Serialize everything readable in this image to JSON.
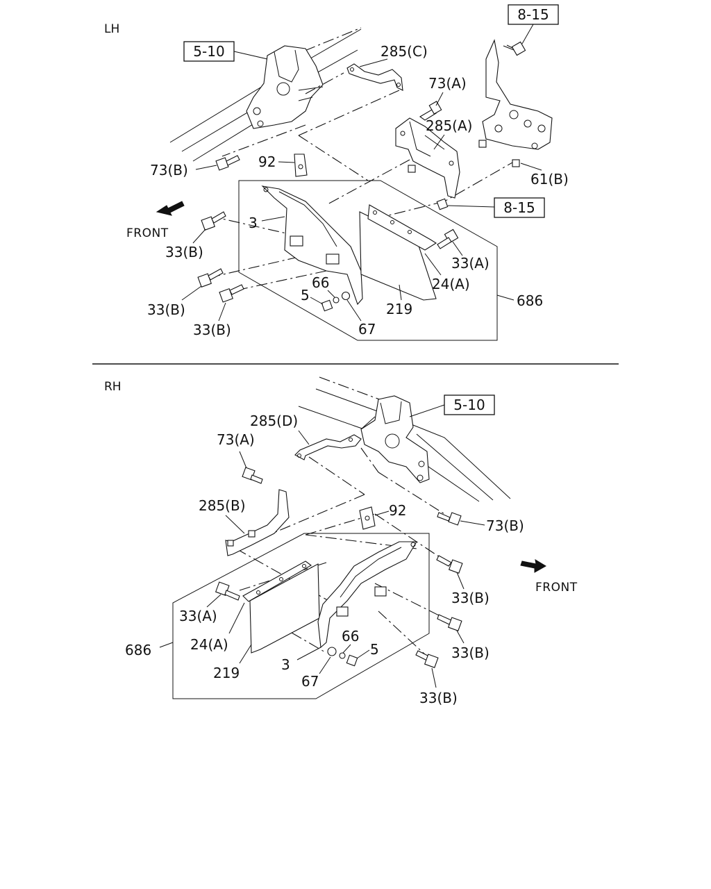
{
  "lh": {
    "side_label": "LH",
    "front_label": "FRONT",
    "labels": {
      "ref_5_10": "5-10",
      "ref_8_15_top": "8-15",
      "ref_8_15_mid": "8-15",
      "p285c": "285(C)",
      "p73a": "73(A)",
      "p285a": "285(A)",
      "p61b": "61(B)",
      "p73b": "73(B)",
      "p92": "92",
      "p3": "3",
      "p33b_1": "33(B)",
      "p33a": "33(A)",
      "p24a": "24(A)",
      "p66": "66",
      "p5": "5",
      "p686": "686",
      "p219": "219",
      "p33b_2": "33(B)",
      "p33b_3": "33(B)",
      "p67": "67"
    }
  },
  "rh": {
    "side_label": "RH",
    "front_label": "FRONT",
    "labels": {
      "ref_5_10": "5-10",
      "p285d": "285(D)",
      "p73a": "73(A)",
      "p285b": "285(B)",
      "p92": "92",
      "p73b": "73(B)",
      "p33b_1": "33(B)",
      "p33a": "33(A)",
      "p24a": "24(A)",
      "p686": "686",
      "p66": "66",
      "p5": "5",
      "p33b_2": "33(B)",
      "p219": "219",
      "p3": "3",
      "p67": "67",
      "p33b_3": "33(B)"
    }
  }
}
